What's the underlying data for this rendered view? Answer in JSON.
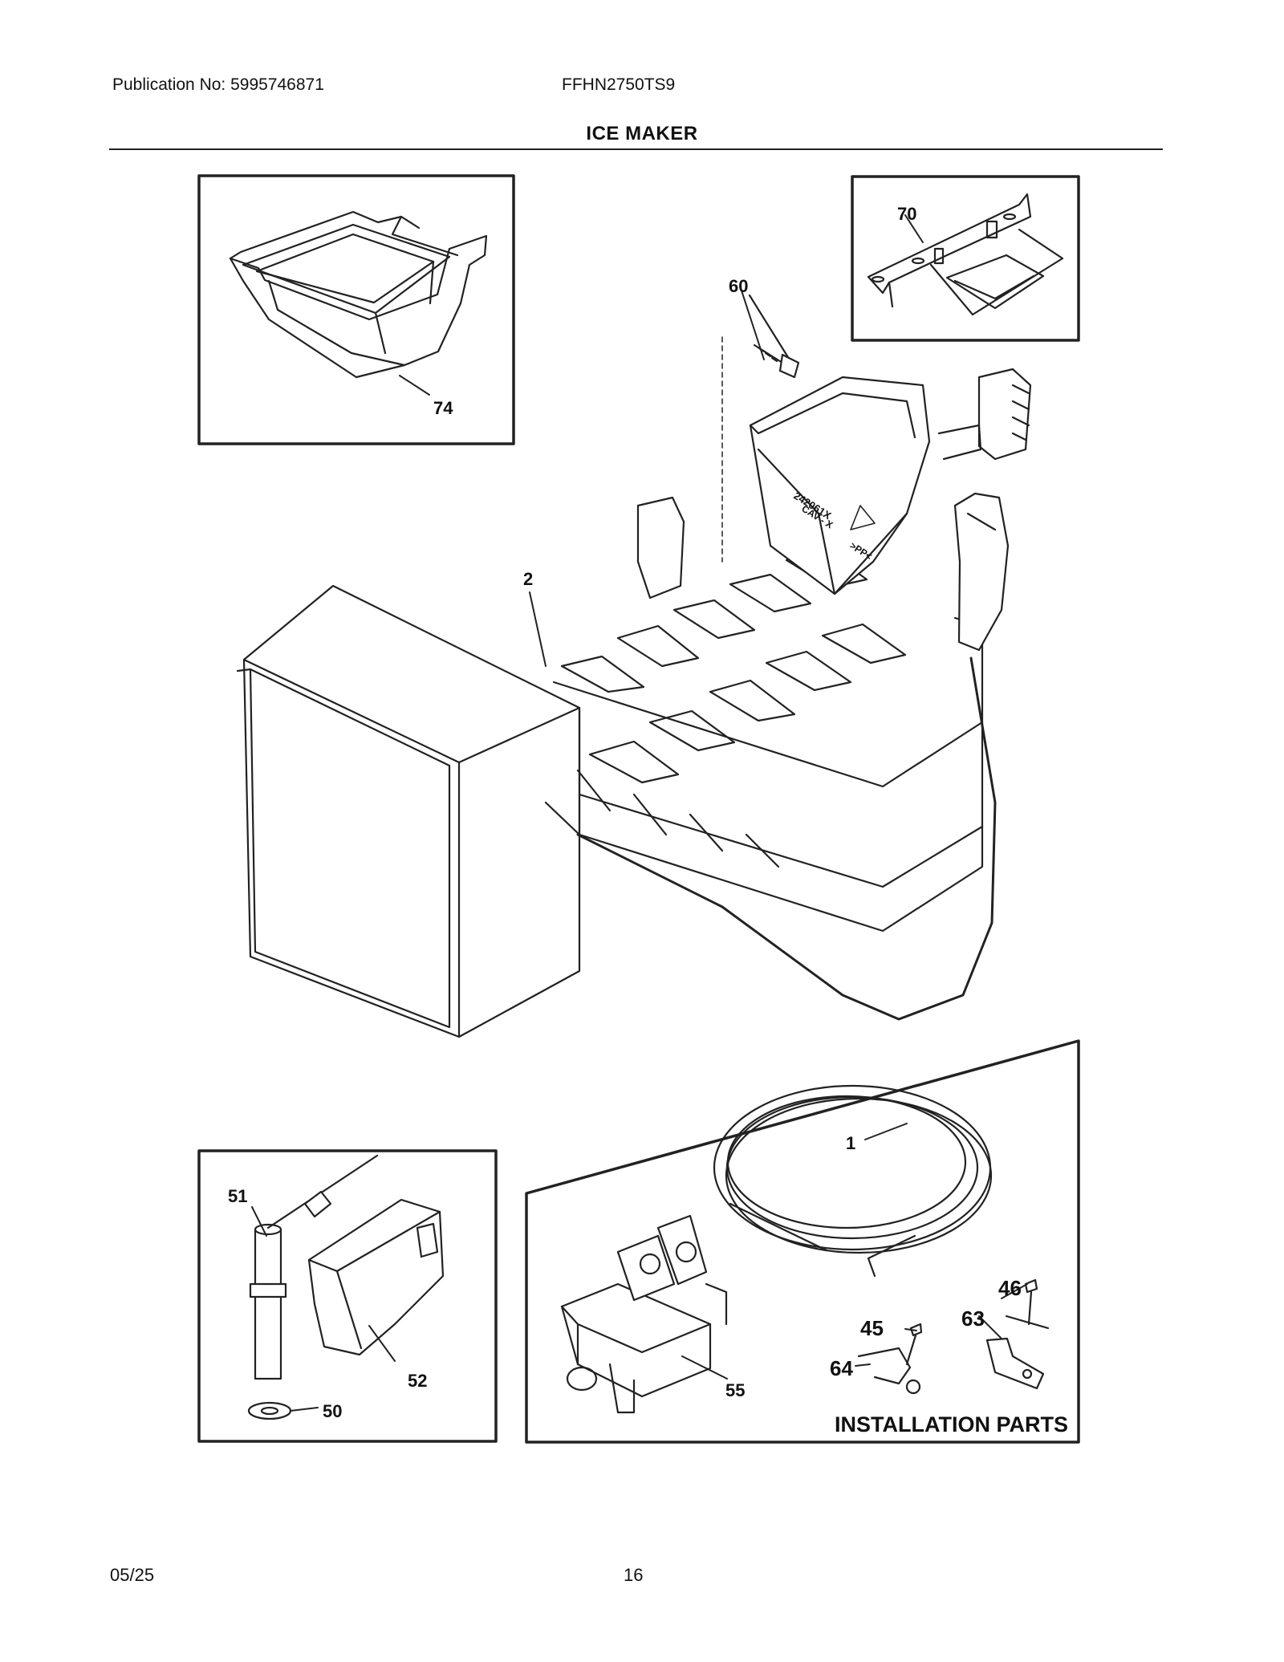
{
  "header": {
    "publication": "Publication No: 5995746871",
    "model": "FFHN2750TS9",
    "section_title": "ICE MAKER"
  },
  "footer": {
    "date": "05/25",
    "page_number": "16"
  },
  "callouts": {
    "c74": "74",
    "c70": "70",
    "c60": "60",
    "c2": "2",
    "c1": "1",
    "c51": "51",
    "c52": "52",
    "c50": "50",
    "c55": "55",
    "c46": "46",
    "c45": "45",
    "c63": "63",
    "c64": "64"
  },
  "installation_parts_label": "INSTALLATION PARTS",
  "part_markings": {
    "cover_code": "242061X",
    "cover_sub": "CAV - X",
    "recycle": ">PP<"
  }
}
